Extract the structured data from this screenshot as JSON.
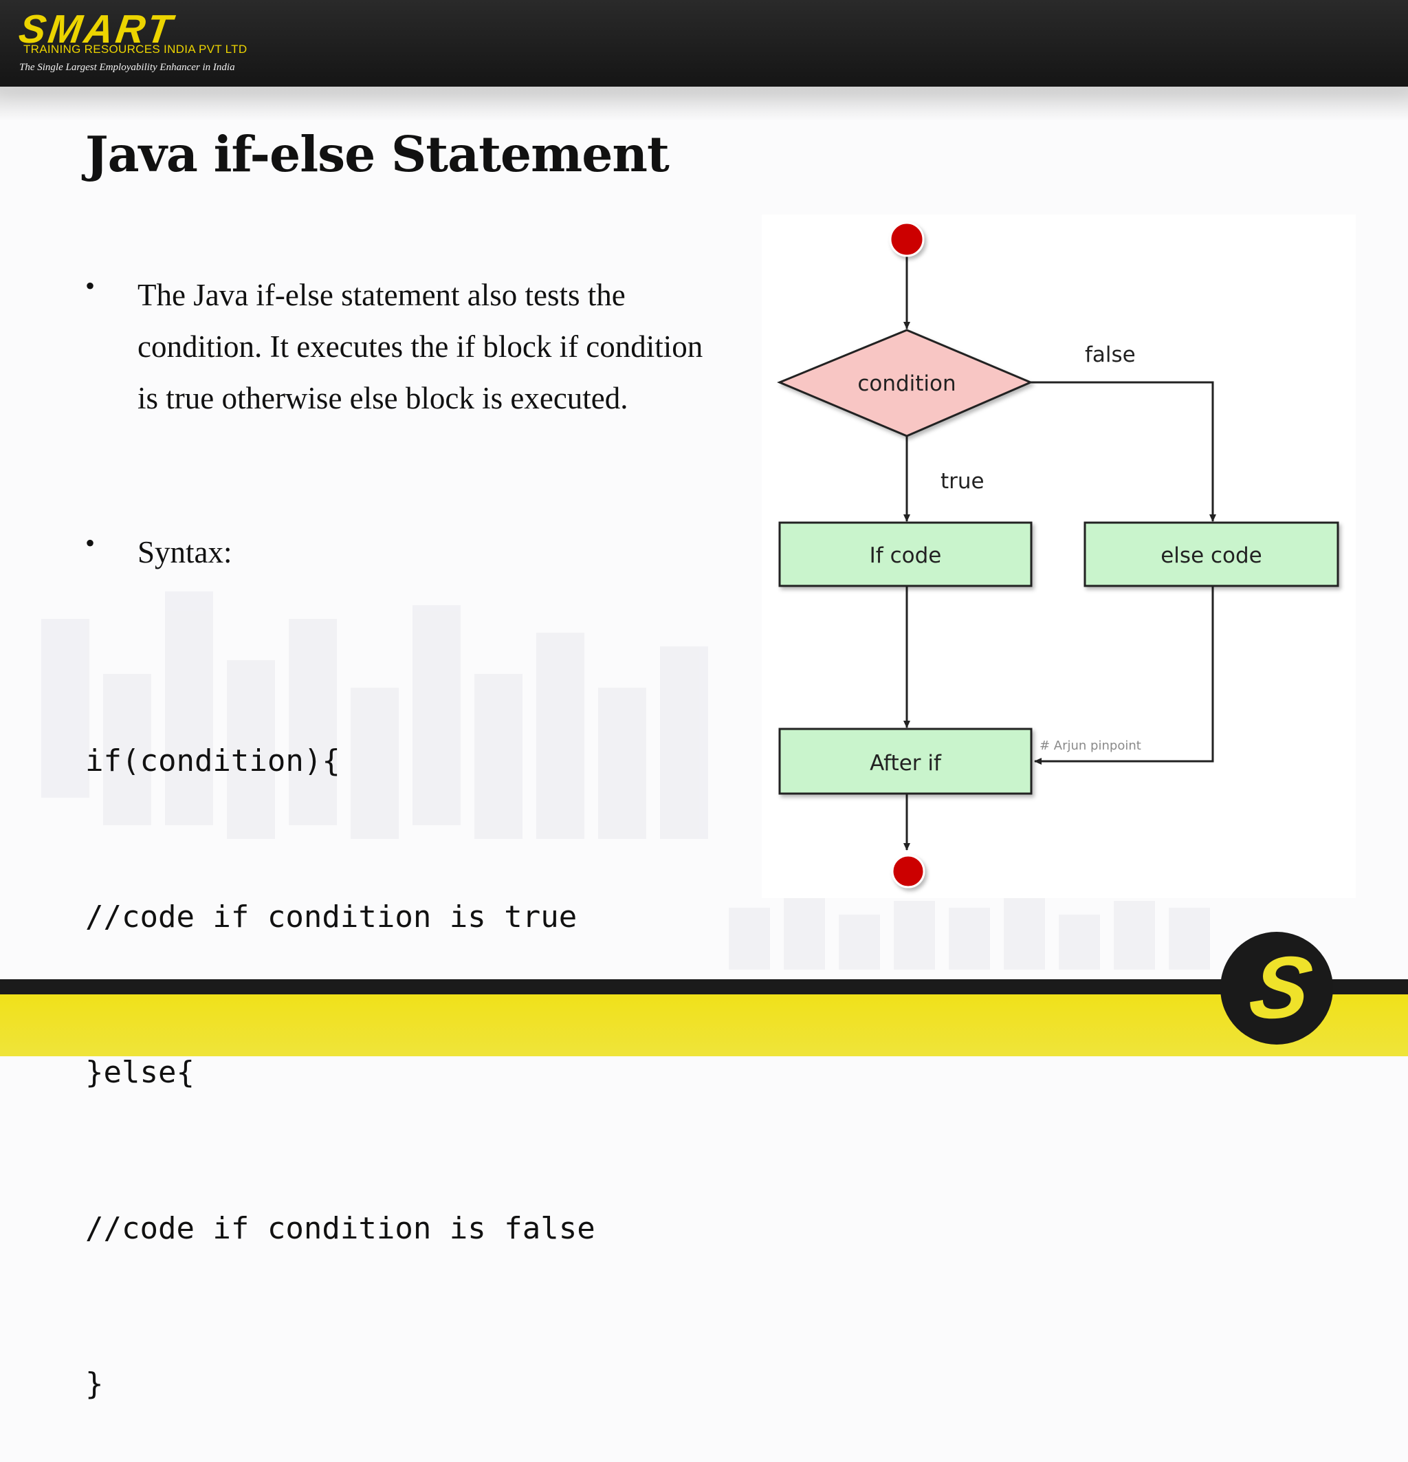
{
  "header": {
    "logo_word": "SMART",
    "logo_line1": "TRAINING RESOURCES INDIA PVT LTD",
    "logo_line2": "The Single Largest Employability Enhancer in India"
  },
  "slide": {
    "title": "Java if-else Statement",
    "bullets": [
      {
        "marker": "•",
        "text": "The Java if-else statement also tests the condition. It executes the if block if condition is true otherwise else block is executed."
      },
      {
        "marker": "•",
        "text": "Syntax:"
      }
    ],
    "code_lines": [
      "if(condition){",
      "//code if condition is true",
      "}else{",
      "//code if condition is false",
      "}"
    ]
  },
  "diagram": {
    "condition_label": "condition",
    "false_label": "false",
    "true_label": "true",
    "if_box_label": "If code",
    "else_box_label": "else code",
    "after_box_label": "After if",
    "watermark": "# Arjun  pinpoint",
    "colors": {
      "start_end_node": "#cc0000",
      "decision_fill": "#f8c6c4",
      "process_fill": "#c9f4cc",
      "stroke": "#222222"
    }
  },
  "footer": {
    "logo_letter": "S",
    "colors": {
      "band": "#efe22a",
      "dark": "#1b1b1b"
    }
  }
}
